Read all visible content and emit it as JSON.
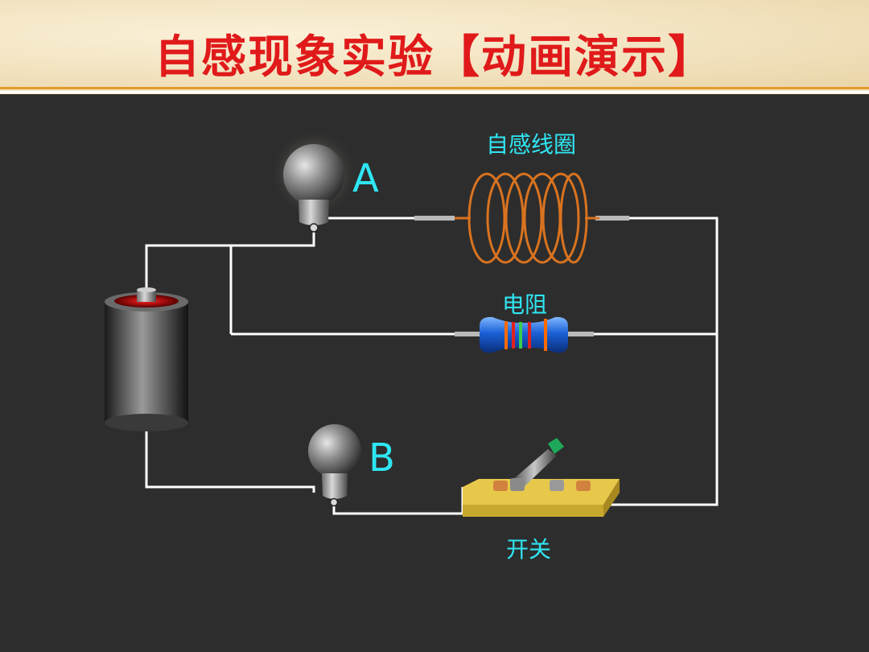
{
  "slide": {
    "title": "自感现象实验【动画演示】"
  },
  "diagram": {
    "lamp_a_label": "A",
    "lamp_b_label": "B",
    "coil_label": "自感线圈",
    "resistor_label": "电阻",
    "switch_label": "开关"
  },
  "colors": {
    "title": "#e01a1a",
    "background": "#2d2d2d",
    "label": "#2ee6f2",
    "coil": "#d9731f",
    "wire": "#ffffff",
    "switch_base": "#e8c84a"
  }
}
